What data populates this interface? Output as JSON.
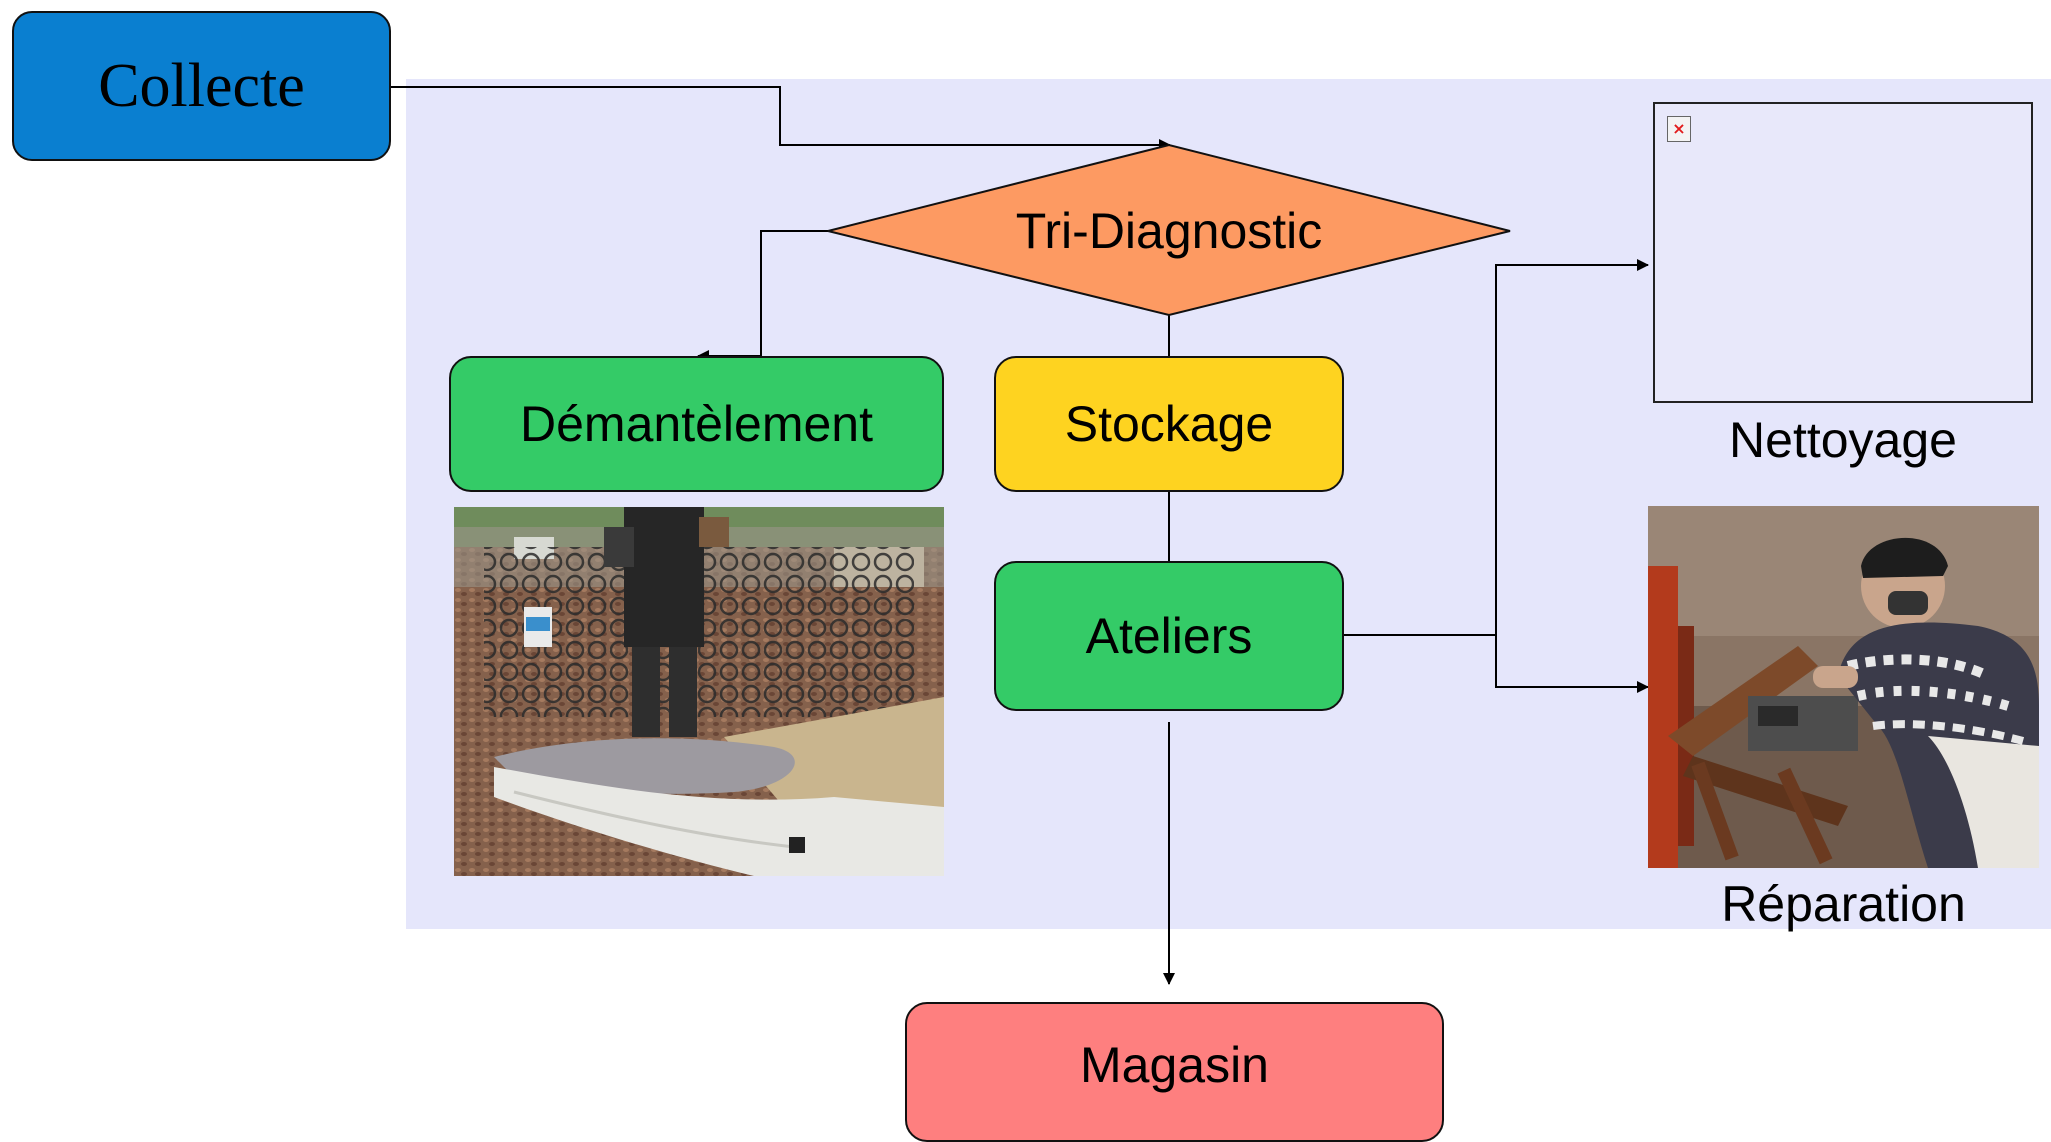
{
  "nodes": {
    "collecte": {
      "label": "Collecte",
      "color": "#0a7fd0"
    },
    "tri": {
      "label": "Tri-Diagnostic",
      "color": "#fd9a62"
    },
    "demantelement": {
      "label": "Démantèlement",
      "color": "#34cb67"
    },
    "stockage": {
      "label": "Stockage",
      "color": "#fed320"
    },
    "ateliers": {
      "label": "Ateliers",
      "color": "#34cb67"
    },
    "magasin": {
      "label": "Magasin",
      "color": "#fe7f7f"
    }
  },
  "images": {
    "nettoyage_caption": "Nettoyage",
    "reparation_caption": "Réparation",
    "broken_image_icon": "broken-image-icon",
    "demantelement_photo": "mattress-dismantling-photo",
    "reparation_photo": "chair-repair-photo"
  },
  "colors": {
    "panel": "#e5e6fb",
    "line": "#000000"
  }
}
